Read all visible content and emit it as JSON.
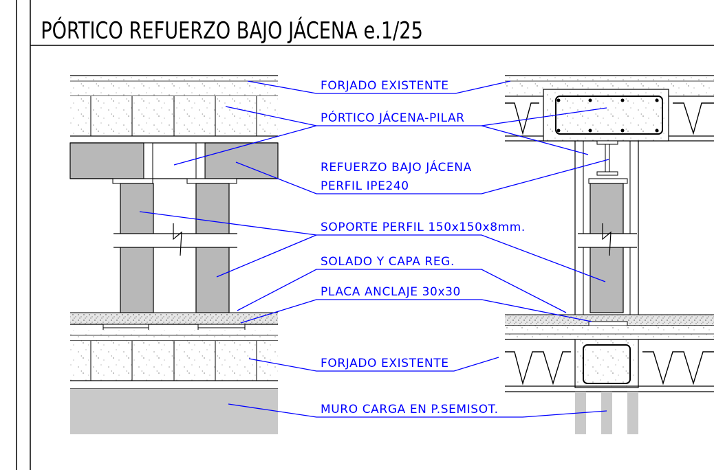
{
  "drawing": {
    "title": "PÓRTICO REFUERZO BAJO JÁCENA e.1/25",
    "labels": {
      "forjado_existente_top": "FORJADO EXISTENTE",
      "portico_jacena_pilar": "PÓRTICO JÁCENA-PILAR",
      "refuerzo_line1": "REFUERZO BAJO JÁCENA",
      "refuerzo_line2": "PERFIL IPE240",
      "soporte": "SOPORTE PERFIL 150x150x8mm.",
      "solado": "SOLADO Y CAPA REG.",
      "placa": "PLACA ANCLAJE 30x30",
      "forjado_existente_bottom": "FORJADO EXISTENTE",
      "muro": "MURO CARGA EN P.SEMISOT."
    },
    "colors": {
      "annotation": "#0000ff",
      "linework": "#000000",
      "steel_fill": "#b8b8b8",
      "wall_fill": "#c9c9c9",
      "background": "#ffffff"
    }
  }
}
